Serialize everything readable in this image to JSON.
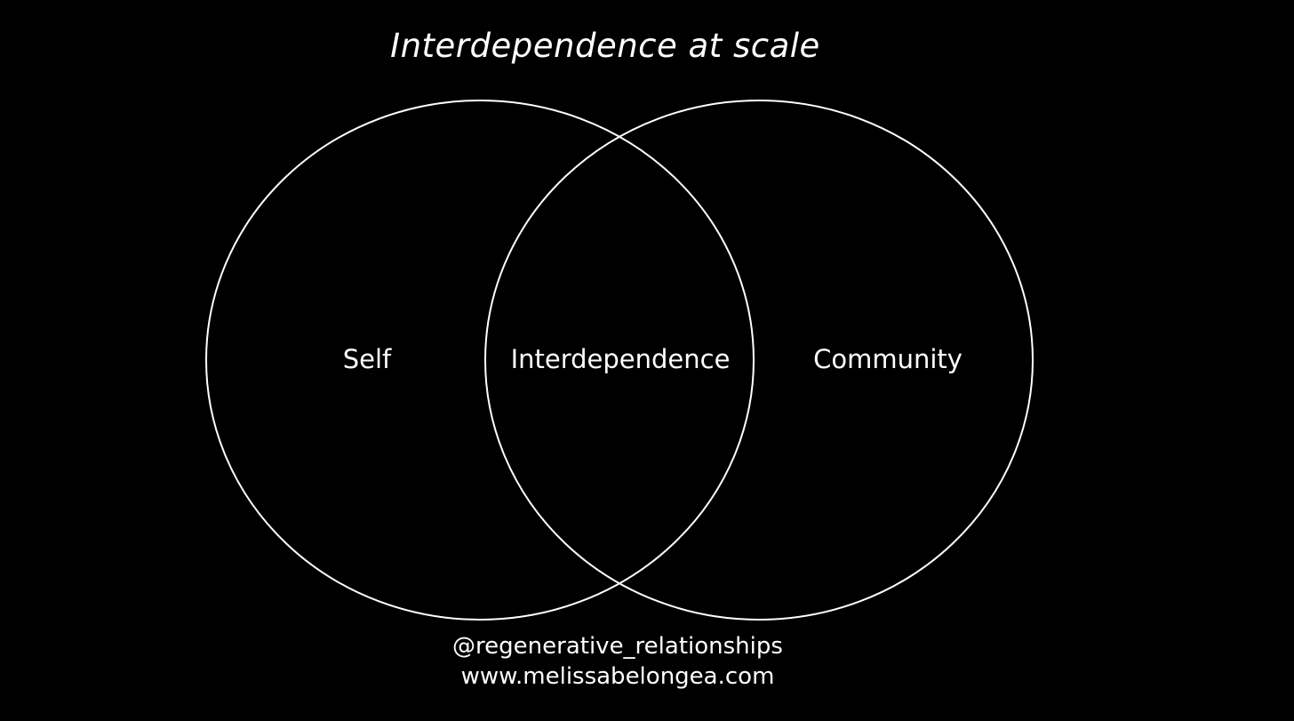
{
  "title": "Interdependence at scale",
  "diagram": {
    "sets": [
      {
        "label": "Self"
      },
      {
        "label": "Community"
      }
    ],
    "intersection_label": "Interdependence",
    "stroke_color": "#ffffff",
    "background_color": "#000000"
  },
  "footer": {
    "handle": "@regenerative_relationships",
    "website": "www.melissabelongea.com"
  }
}
